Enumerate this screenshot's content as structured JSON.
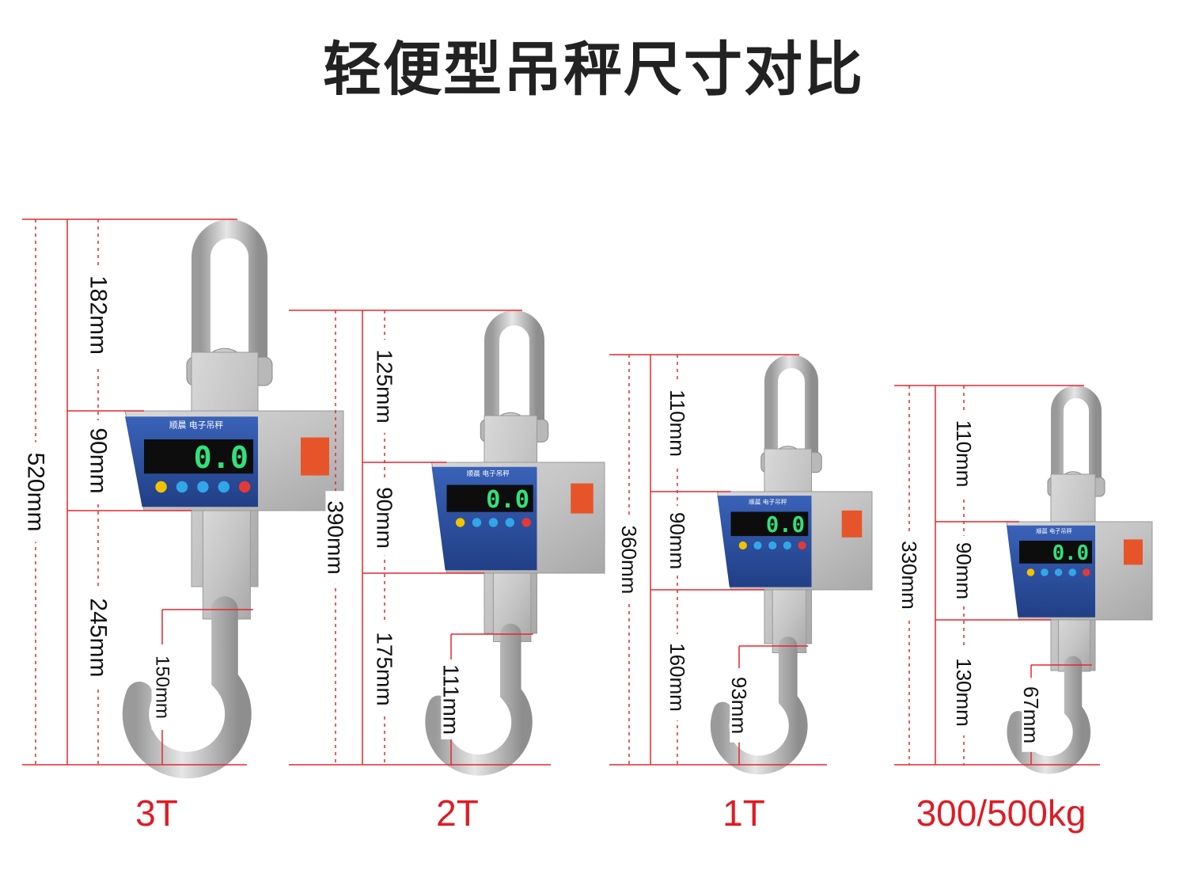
{
  "title": "轻便型吊秤尺寸对比",
  "display_reading": "0.0",
  "brand_label": "顺晨",
  "product_label": "电子吊秤",
  "colors": {
    "dimension_line": "#e8262d",
    "caption": "#e01b24",
    "display_panel": "#2a4fa0",
    "display_digits": "#33e07a"
  },
  "models": [
    {
      "caption": "3T",
      "total": "520mm",
      "segments": [
        "182mm",
        "90mm",
        "245mm"
      ],
      "hook": "150mm"
    },
    {
      "caption": "2T",
      "total": "390mm",
      "segments": [
        "125mm",
        "90mm",
        "175mm"
      ],
      "hook": "111mm"
    },
    {
      "caption": "1T",
      "total": "360mm",
      "segments": [
        "110mm",
        "90mm",
        "160mm"
      ],
      "hook": "93mm"
    },
    {
      "caption": "300/500kg",
      "total": "330mm",
      "segments": [
        "110mm",
        "90mm",
        "130mm"
      ],
      "hook": "67mm"
    }
  ]
}
